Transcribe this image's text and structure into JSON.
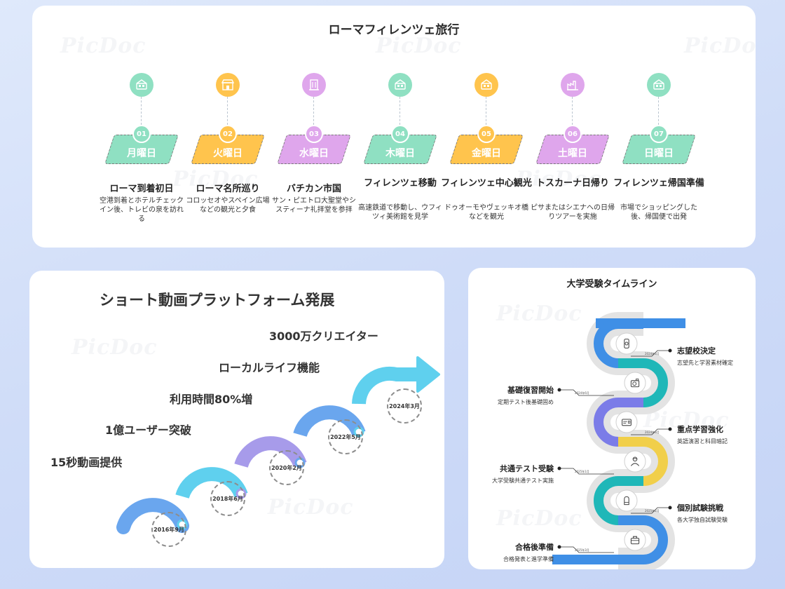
{
  "watermark": "PicDoc",
  "rome": {
    "title": "ローマフィレンツェ旅行",
    "days": [
      {
        "num": "01",
        "day": "月曜日",
        "title": "ローマ到着初日",
        "desc": "空港到着とホテルチェックイン後、トレビの泉を訪れる",
        "color": "#8fe0c2",
        "icon": "hotel-icon"
      },
      {
        "num": "02",
        "day": "火曜日",
        "title": "ローマ名所巡り",
        "desc": "コロッセオやスペイン広場などの観光と夕食",
        "color": "#ffc44d",
        "icon": "shop-icon"
      },
      {
        "num": "03",
        "day": "水曜日",
        "title": "バチカン市国",
        "desc": "サン・ピエトロ大聖堂やシスティーナ礼拝堂を参拝",
        "color": "#dfa6ec",
        "icon": "building-icon"
      },
      {
        "num": "04",
        "day": "木曜日",
        "title": "フィレンツェ移動",
        "desc": "高速鉄道で移動し、ウフィツィ美術館を見学",
        "color": "#8fe0c2",
        "icon": "hotel-icon"
      },
      {
        "num": "05",
        "day": "金曜日",
        "title": "フィレンツェ中心観光",
        "desc": "ドゥオーモやヴェッキオ橋などを観光",
        "color": "#ffc44d",
        "icon": "hotel-icon"
      },
      {
        "num": "06",
        "day": "土曜日",
        "title": "トスカーナ日帰り",
        "desc": "ピサまたはシエナへの日帰りツアーを実施",
        "color": "#dfa6ec",
        "icon": "factory-icon"
      },
      {
        "num": "07",
        "day": "日曜日",
        "title": "フィレンツェ帰国準備",
        "desc": "市場でショッピングした後、帰国便で出発",
        "color": "#8fe0c2",
        "icon": "hotel-icon"
      }
    ]
  },
  "video": {
    "title": "ショート動画プラットフォーム発展",
    "milestones": [
      {
        "label": "15秒動画提供",
        "year": "2016年9月"
      },
      {
        "label": "1億ユーザー突破",
        "year": "2018年6月"
      },
      {
        "label": "利用時間80%増",
        "year": "2020年2月"
      },
      {
        "label": "ローカルライフ機能",
        "year": "2022年5月"
      },
      {
        "label": "3000万クリエイター",
        "year": "2024年3月"
      }
    ],
    "colors": [
      "#6aa6ee",
      "#5fd0ee",
      "#a79bea",
      "#6aa6ee",
      "#5fd0ee"
    ]
  },
  "exam": {
    "title": "大学受験タイムライン",
    "items": [
      {
        "title": "志望校決定",
        "desc": "志望先と学習素材確定",
        "date": "2024年3月",
        "side": "right",
        "icon": "phone-icon"
      },
      {
        "title": "基礎復習開始",
        "desc": "定期テスト後基礎固め",
        "date": "2024年6月",
        "side": "left",
        "icon": "camera-icon"
      },
      {
        "title": "重点学習強化",
        "desc": "英語演習と科目暗記",
        "date": "2024年9月",
        "side": "right",
        "icon": "card-icon"
      },
      {
        "title": "共通テスト受験",
        "desc": "大学受験共通テスト実施",
        "date": "2025年1月",
        "side": "left",
        "icon": "person-icon"
      },
      {
        "title": "個別試験挑戦",
        "desc": "各大学独自試験受験",
        "date": "2025年2月",
        "side": "right",
        "icon": "glove-icon"
      },
      {
        "title": "合格後準備",
        "desc": "合格発表と進学準備",
        "date": "2025年3月",
        "side": "left",
        "icon": "bag-icon"
      }
    ],
    "colors": [
      "#3f8fe6",
      "#1fb7b8",
      "#7b7ce8",
      "#f1cf4a",
      "#1fb7b8",
      "#3f8fe6"
    ]
  }
}
